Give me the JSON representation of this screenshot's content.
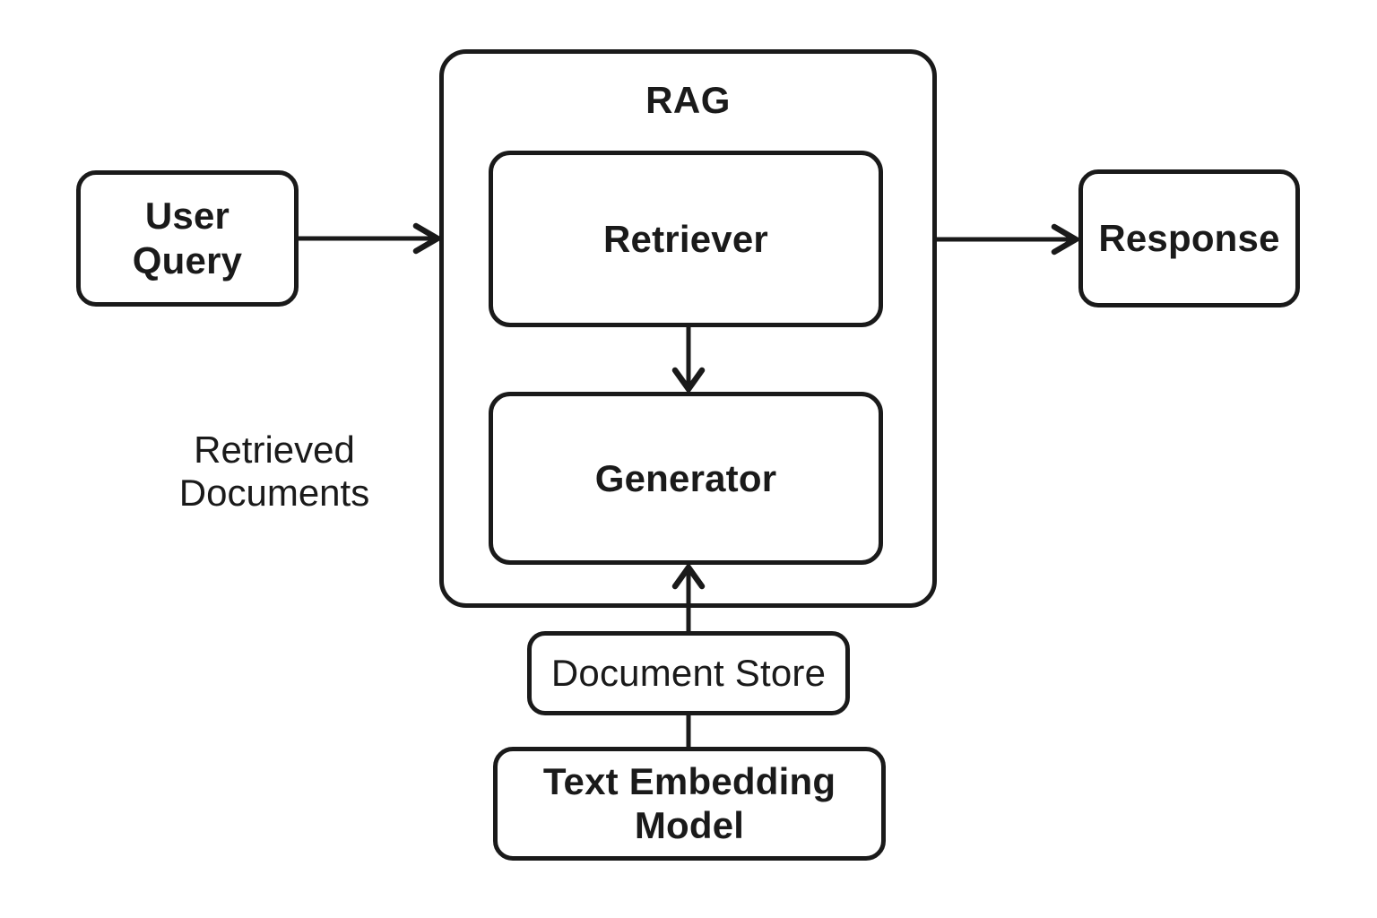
{
  "diagram": {
    "type": "flowchart",
    "container": {
      "id": "rag",
      "label": "RAG"
    },
    "nodes": {
      "user_query": {
        "label": "User\nQuery"
      },
      "retriever": {
        "label": "Retriever"
      },
      "generator": {
        "label": "Generator"
      },
      "response": {
        "label": "Response"
      },
      "document_store": {
        "label": "Document Store"
      },
      "text_embedding_model": {
        "label": "Text Embedding\nModel"
      }
    },
    "annotations": {
      "retrieved_documents": {
        "label": "Retrieved\nDocuments"
      }
    },
    "edges": [
      {
        "from": "user_query",
        "to": "rag",
        "arrowhead": true,
        "direction": "right"
      },
      {
        "from": "retriever",
        "to": "generator",
        "arrowhead": true,
        "direction": "down"
      },
      {
        "from": "rag",
        "to": "response",
        "arrowhead": true,
        "direction": "right"
      },
      {
        "from": "document_store",
        "to": "generator",
        "arrowhead": true,
        "direction": "up"
      },
      {
        "from": "text_embedding_model",
        "to": "document_store",
        "arrowhead": false,
        "direction": "up"
      }
    ],
    "colors": {
      "stroke": "#1a1a1a",
      "text": "#1a1a1a",
      "background": "#ffffff"
    }
  }
}
